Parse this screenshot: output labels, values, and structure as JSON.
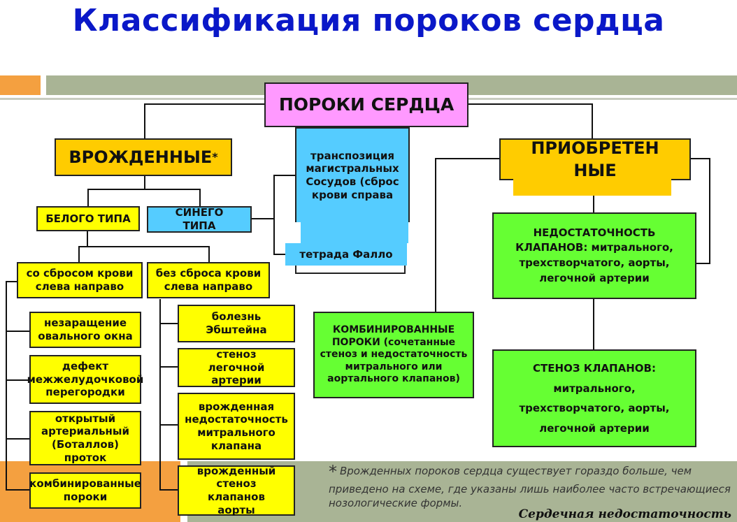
{
  "title": "Классификация пороков сердца",
  "nodes": {
    "root": "ПОРОКИ СЕРДЦА",
    "congenital": "ВРОЖДЕННЫЕ",
    "congenital_mark": "*",
    "acquired": "ПРИОБРЕТЕН НЫЕ",
    "transposition": "транспозиция магистральных Сосудов (сброс крови справа",
    "fallot": "тетрада Фалло",
    "white_type": "БЕЛОГО ТИПА",
    "blue_type": "СИНЕГО ТИПА",
    "with_shunt": "со сбросом крови слева направо",
    "without_shunt": "без сброса крови слева направо",
    "oval_window": "незаращение овального окна",
    "vsd": "дефект межжелудочковой перегородки",
    "pda": "открытый артериальный (Боталлов) проток",
    "combined_congenital": "комбинированные пороки",
    "ebstein": "болезнь Эбштейна",
    "pulm_stenosis": "стеноз легочной артерии",
    "mitral_insuff": "врожденная недостаточность митрального клапана",
    "aortic_stenosis": "врожденный стеноз клапанов аорты",
    "valve_insuff": "НЕДОСТАТОЧНОСТЬ КЛАПАНОВ: митрального, трехстворчатого, аорты, легочной артерии",
    "combined_acquired": "КОМБИНИРОВАННЫЕ ПОРОКИ (сочетанные стеноз и недостаточность митрального или аортального клапанов)",
    "valve_stenosis": "СТЕНОЗ КЛАПАНОВ: митрального, трехстворчатого, аорты, легочной артерии"
  },
  "footnote": {
    "star": "*",
    "text": "Врожденных пороков сердца существует гораздо больше, чем приведено на схеме, где указаны лишь наиболее часто встречающиеся нозологические формы."
  },
  "caption": "Сердечная недостаточность",
  "colors": {
    "title": "#0a18c8",
    "yellow": "#ffff00",
    "gold": "#ffcc00",
    "blue": "#55ccff",
    "green": "#66ff33",
    "pink": "#ff99ff",
    "orange_accent": "#f4a040",
    "sage_bar": "#a9b495"
  }
}
